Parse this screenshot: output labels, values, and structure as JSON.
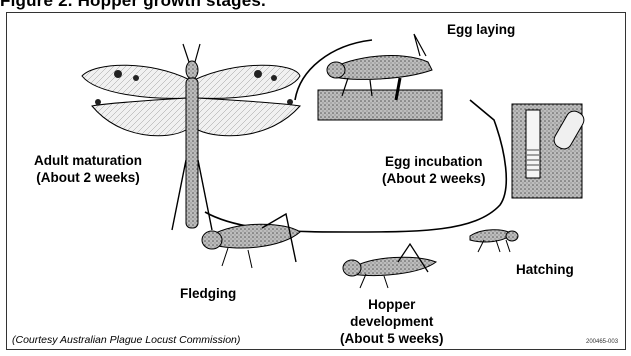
{
  "caption": "Figure 2. Hopper growth stages.",
  "stages": {
    "egg_laying": "Egg laying",
    "egg_incubation": {
      "line1": "Egg incubation",
      "line2": "(About 2 weeks)"
    },
    "hatching": "Hatching",
    "hopper_development": {
      "line1": "Hopper",
      "line2": "development",
      "line3": "(About 5 weeks)"
    },
    "fledging": "Fledging",
    "adult_maturation": {
      "line1": "Adult maturation",
      "line2": "(About 2 weeks)"
    }
  },
  "credit": "(Courtesy Australian Plague Locust Commission)",
  "figure_code": "200465-003",
  "colors": {
    "ink": "#000000",
    "shade": "#8a8a8a",
    "soil": "#9a9a9a"
  },
  "icons": [
    "adult-locust-icon",
    "egg-laying-locust-icon",
    "egg-pod-icon",
    "hatchling-icon",
    "hopper-icon",
    "fledgling-icon"
  ]
}
